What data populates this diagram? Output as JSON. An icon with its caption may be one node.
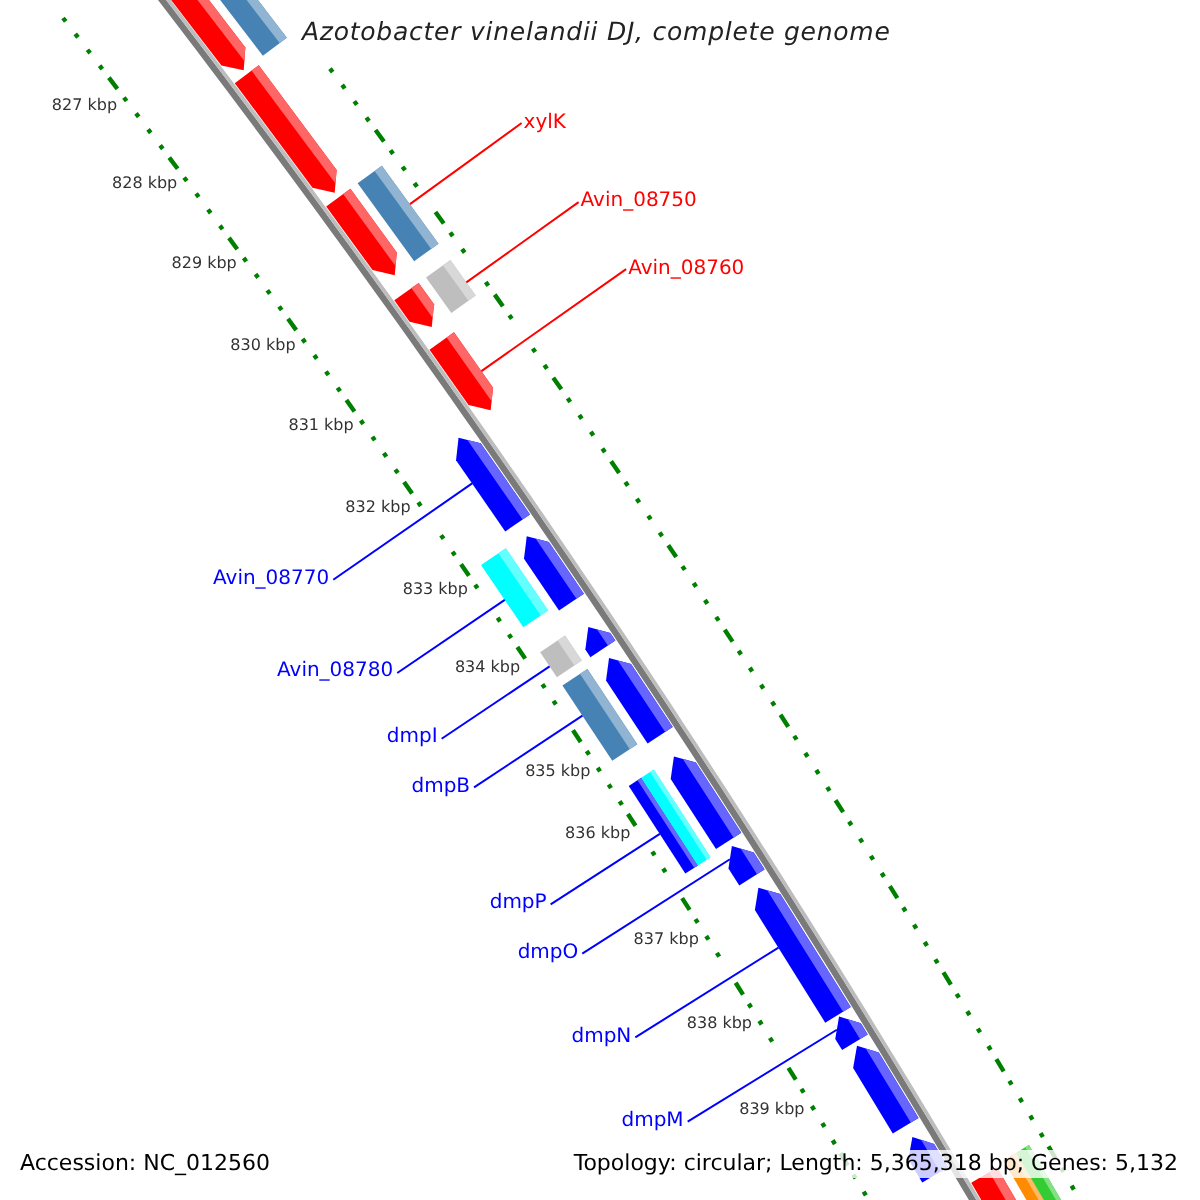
{
  "diagram": {
    "title": "Azotobacter vinelandii DJ, complete genome",
    "nodes": [
      {
        "text": [],
        "shape": "pentagon"
      },
      {
        "text": [],
        "shape": "bar"
      },
      {
        "text": [],
        "shape": "pentagon"
      },
      {
        "text": [
          "xylK"
        ]
      },
      {
        "text": [],
        "shape": "bar"
      },
      {
        "text": [],
        "shape": "pentagon"
      },
      {
        "text": [
          "Avin_08750"
        ]
      },
      {
        "text": [
          "Avin_08760"
        ]
      },
      {
        "text": [],
        "shape": "bar"
      },
      {
        "text": [],
        "shape": "pentagon"
      },
      {
        "text": [],
        "shape": "pentagon"
      },
      {
        "text": [],
        "shape": "pentagon"
      },
      {
        "text": [],
        "shape": "pentagon"
      },
      {
        "text": [],
        "shape": "bar"
      },
      {
        "text": [
          "Avin_08770"
        ]
      },
      {
        "text": [],
        "shape": "pentagon"
      },
      {
        "text": [],
        "shape": "bar"
      },
      {
        "text": [
          "Avin_08780"
        ]
      },
      {
        "text": [],
        "shape": "pentagon"
      },
      {
        "text": [],
        "shape": "bar"
      },
      {
        "text": [
          "dmpI"
        ]
      },
      {
        "text": [],
        "shape": "pentagon"
      },
      {
        "text": [],
        "shape": "bar"
      },
      {
        "text": [
          "dmpB"
        ]
      },
      {
        "text": [],
        "shape": "pentagon"
      },
      {
        "text": [
          "dmpP"
        ]
      },
      {
        "text": [],
        "shape": "pentagon"
      },
      {
        "text": [
          "dmpO"
        ]
      },
      {
        "text": [],
        "shape": "pentagon"
      },
      {
        "text": [],
        "shape": "pentagon"
      },
      {
        "text": [
          "dmpN"
        ]
      },
      {
        "text": [
          "dmpM"
        ]
      },
      {
        "text": [],
        "shape": "pentagon"
      },
      {
        "text": [],
        "shape": "bar"
      },
      {
        "text": [],
        "shape": "pentagon"
      }
    ],
    "edges": [
      {
        "from": 3,
        "to": 4,
        "arrow": "none",
        "color": "#ff0000"
      },
      {
        "from": 6,
        "to": 8,
        "arrow": "none",
        "color": "#ff0000"
      },
      {
        "from": 7,
        "to": 10,
        "arrow": "none",
        "color": "#ff0000"
      },
      {
        "from": 14,
        "to": 11,
        "arrow": "none"
      },
      {
        "from": 17,
        "to": 13,
        "arrow": "none"
      },
      {
        "from": 20,
        "to": 16,
        "arrow": "none"
      },
      {
        "from": 23,
        "to": 19,
        "arrow": "none"
      },
      {
        "from": 25,
        "to": 22,
        "arrow": "none"
      },
      {
        "from": 27,
        "to": 24,
        "arrow": "none"
      },
      {
        "from": 30,
        "to": 26,
        "arrow": "none"
      },
      {
        "from": 31,
        "to": 28,
        "arrow": "none"
      }
    ],
    "labels": [
      "827 kbp",
      "828 kbp",
      "829 kbp",
      "830 kbp",
      "831 kbp",
      "832 kbp",
      "833 kbp",
      "834 kbp",
      "835 kbp",
      "836 kbp",
      "837 kbp",
      "838 kbp",
      "839 kbp",
      "Accession: NC_012560",
      "Topology: circular; Length: 5,365,318 bp; Genes: 5,132"
    ]
  }
}
